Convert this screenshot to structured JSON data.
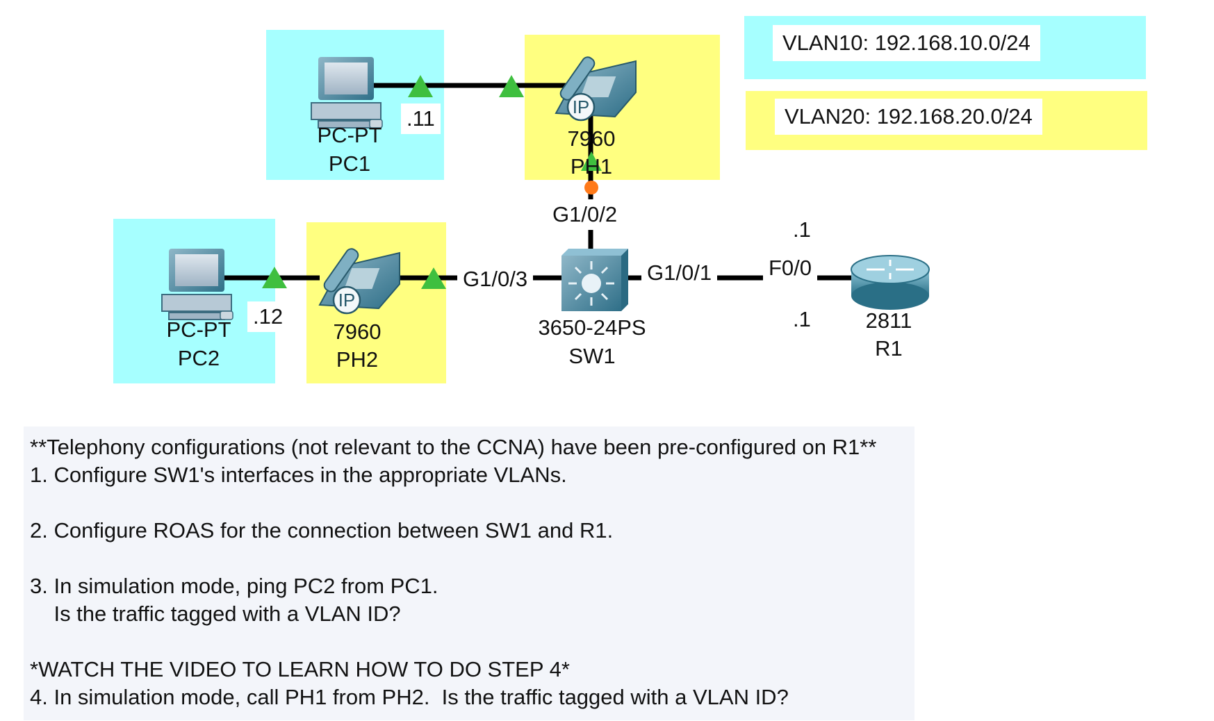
{
  "colors": {
    "vlan10": "#a6ffff",
    "vlan20": "#ffff80",
    "link": "#000000",
    "port_up": "#3fbf3f",
    "port_wait": "#ff7a1a"
  },
  "legend": {
    "vlan10": "VLAN10: 192.168.10.0/24",
    "vlan20": "VLAN20: 192.168.20.0/24"
  },
  "devices": {
    "pc1": {
      "model": "PC-PT",
      "name": "PC1",
      "icon": "pc-icon"
    },
    "pc2": {
      "model": "PC-PT",
      "name": "PC2",
      "icon": "pc-icon"
    },
    "ph1": {
      "model": "7960",
      "name": "PH1",
      "icon": "ip-phone-icon",
      "badge": "IP"
    },
    "ph2": {
      "model": "7960",
      "name": "PH2",
      "icon": "ip-phone-icon",
      "badge": "IP"
    },
    "sw1": {
      "model": "3650-24PS",
      "name": "SW1",
      "icon": "multilayer-switch-icon"
    },
    "r1": {
      "model": "2811",
      "name": "R1",
      "icon": "router-icon"
    }
  },
  "labels": {
    "pc1_ip": ".11",
    "pc2_ip": ".12",
    "sw1_g102": "G1/0/2",
    "sw1_g103": "G1/0/3",
    "sw1_g101": "G1/0/1",
    "r1_f00": "F0/0",
    "r1_sub_top": ".1",
    "r1_sub_bottom": ".1"
  },
  "notes": [
    "**Telephony configurations (not relevant to the CCNA) have been pre-configured on R1**",
    "1. Configure SW1's interfaces in the appropriate VLANs.",
    "2. Configure ROAS for the connection between SW1 and R1.",
    "3. In simulation mode, ping PC2 from PC1.",
    "    Is the traffic tagged with a VLAN ID?",
    "*WATCH THE VIDEO TO LEARN HOW TO DO STEP 4*",
    "4. In simulation mode, call PH1 from PH2.  Is the traffic tagged with a VLAN ID?"
  ]
}
